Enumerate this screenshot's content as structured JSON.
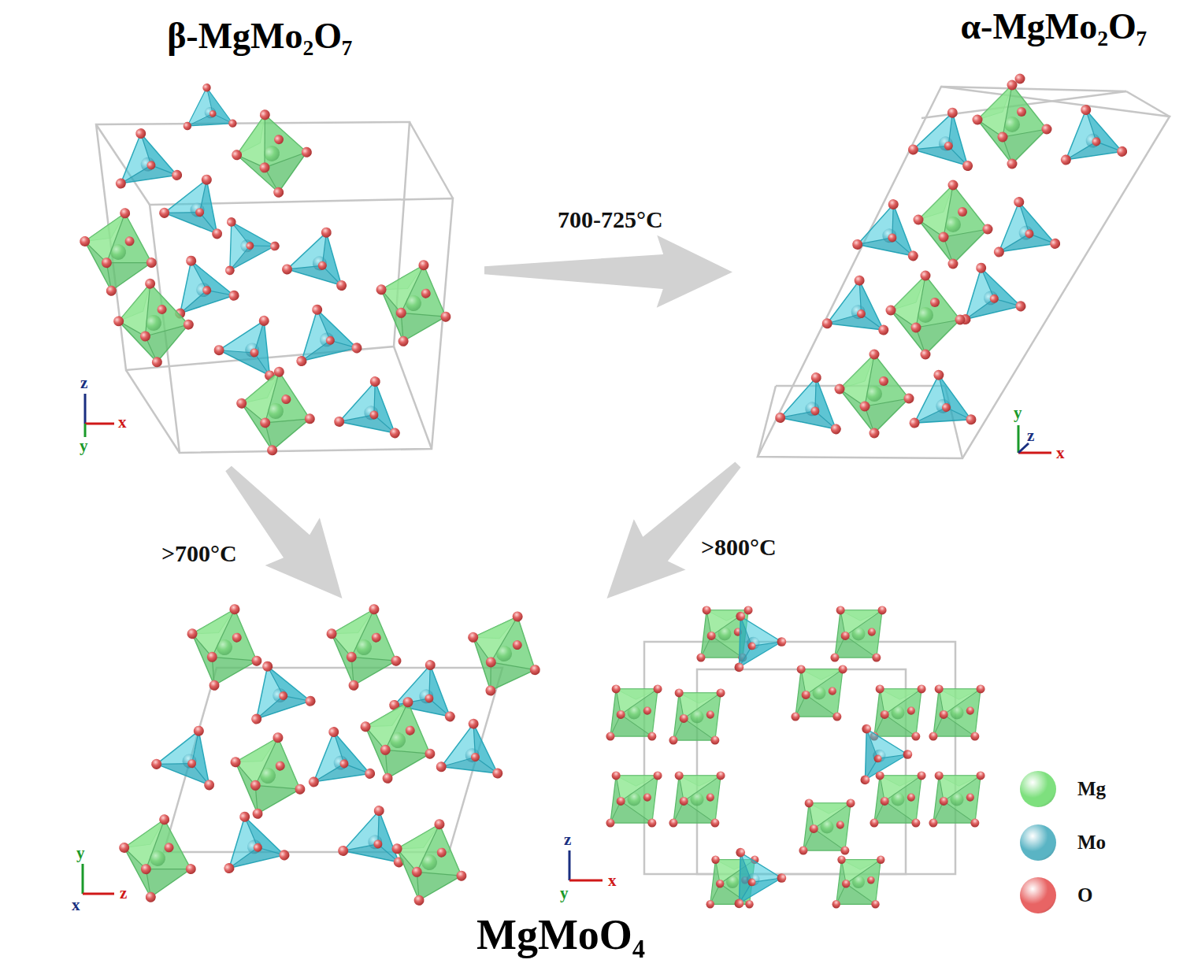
{
  "diagram": {
    "nodes": [
      {
        "text": [
          "β-MgMo₂O₇"
        ]
      },
      {
        "text": [
          "α-MgMo₂O₇"
        ]
      },
      {
        "text": [
          "MgMoO₄"
        ]
      }
    ],
    "edges": [
      {
        "from": 0,
        "to": 1,
        "arrow": "to",
        "label": "700-725°C"
      },
      {
        "from": 0,
        "to": 2,
        "arrow": "to",
        "label": ">700°C"
      },
      {
        "from": 1,
        "to": 2,
        "arrow": "to",
        "label": ">800°C"
      }
    ],
    "labels": [
      "z",
      "x",
      "y",
      "y",
      "z",
      "x",
      "y",
      "z",
      "x",
      "z",
      "x",
      "y"
    ],
    "legend": [
      {
        "text": "Mg",
        "color": "#7ee07e"
      },
      {
        "text": "Mo",
        "color": "#5ab4c4"
      },
      {
        "text": "O",
        "color": "#e86464"
      }
    ]
  }
}
